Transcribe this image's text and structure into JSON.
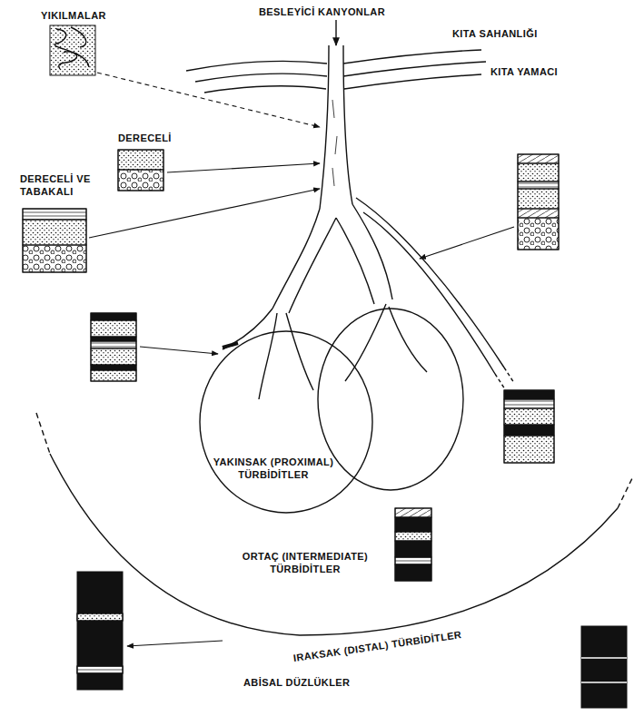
{
  "diagram": {
    "labels": [
      "YIKILMALAR",
      "BESLEYİCİ KANYONLAR",
      "KITA SAHANLIĞI",
      "KITA YAMACI",
      "DERECELİ",
      "DERECELİ VE TABAKALI",
      "YAKINSAK (PROXIMAL) TÜRBİDİTLER",
      "ORTAÇ (INTERMEDIATE) TÜRBİDİTLER",
      "IRAKSAK (DISTAL) TÜRBİDİTLER",
      "ABİSAL DÜZLÜKLER"
    ]
  }
}
